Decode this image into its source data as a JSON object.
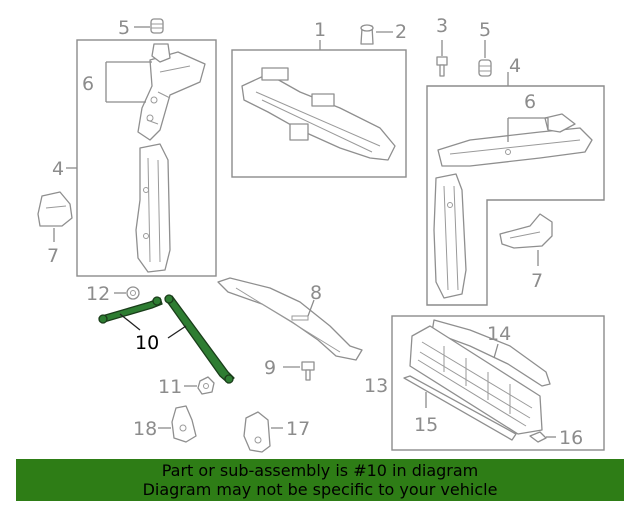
{
  "diagram": {
    "callouts": {
      "c1": "1",
      "c2": "2",
      "c3": "3",
      "c4a": "4",
      "c4b": "4",
      "c5a": "5",
      "c5b": "5",
      "c6a": "6",
      "c6b": "6",
      "c7a": "7",
      "c7b": "7",
      "c8": "8",
      "c9": "9",
      "c10": "10",
      "c11": "11",
      "c12": "12",
      "c13": "13",
      "c14": "14",
      "c15": "15",
      "c16": "16",
      "c17": "17",
      "c18": "18"
    },
    "highlighted_part": "10",
    "colors": {
      "highlight": "#2e7d32",
      "banner": "#2e7d16",
      "lines": "#8c8c8c"
    }
  },
  "banner": {
    "line1": "Part or sub-assembly is #10 in diagram",
    "line2": "Diagram may not be specific to your vehicle"
  }
}
